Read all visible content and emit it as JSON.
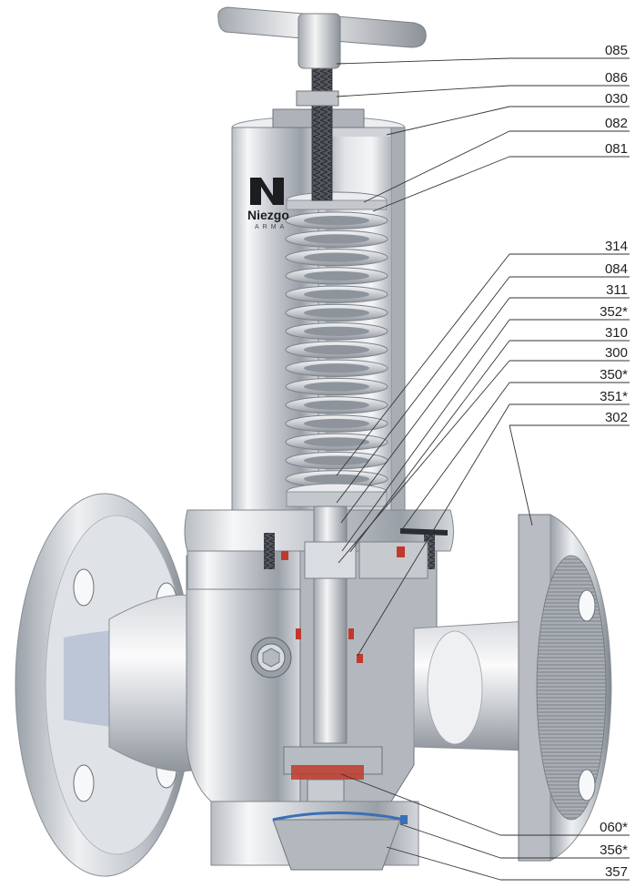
{
  "logo": {
    "text": "Niezgo",
    "subtext": "ARMA"
  },
  "callouts": [
    {
      "label": "085",
      "target": "handwheel-spindle"
    },
    {
      "label": "086",
      "target": "locknut"
    },
    {
      "label": "030",
      "target": "bonnet"
    },
    {
      "label": "082",
      "target": "upper-spring-plate"
    },
    {
      "label": "081",
      "target": "spring"
    },
    {
      "label": "314",
      "target": "lower-spring-plate"
    },
    {
      "label": "084",
      "target": "spindle-guide"
    },
    {
      "label": "311",
      "target": "spindle"
    },
    {
      "label": "352*",
      "target": "spindle-seal"
    },
    {
      "label": "310",
      "target": "piston"
    },
    {
      "label": "300",
      "target": "guide-bushing"
    },
    {
      "label": "350*",
      "target": "body-gasket"
    },
    {
      "label": "351*",
      "target": "o-ring"
    },
    {
      "label": "302",
      "target": "outlet-flange"
    },
    {
      "label": "060*",
      "target": "disc"
    },
    {
      "label": "356*",
      "target": "bottom-gasket"
    },
    {
      "label": "357",
      "target": "bottom-plug"
    }
  ],
  "colors": {
    "steel_light": "#e9ebee",
    "steel_mid": "#c4c8cd",
    "steel_dark": "#8d939a",
    "cut_face": "#b9bdc3",
    "seal_red": "#c0392b",
    "seal_blue": "#3b6fb6",
    "line": "#333333"
  }
}
